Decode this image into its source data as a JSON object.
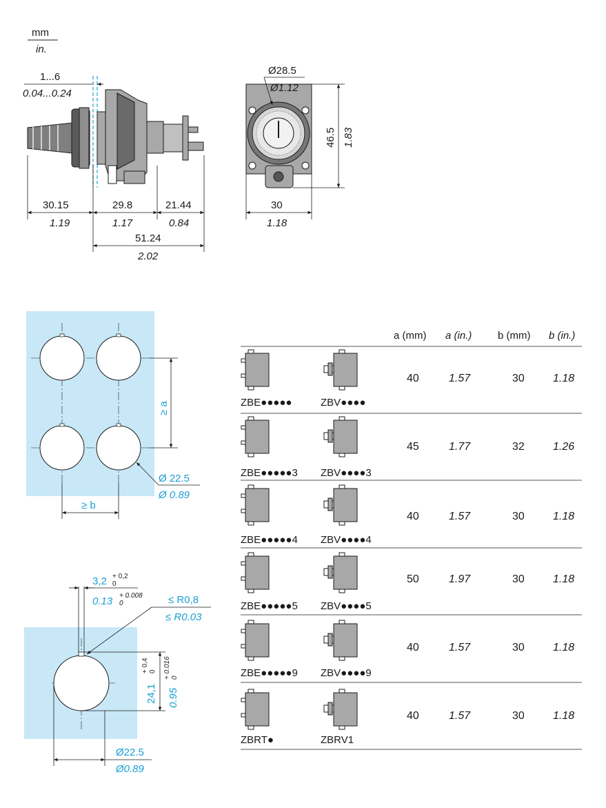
{
  "units": {
    "metric": "mm",
    "imperial": "in."
  },
  "side_view": {
    "panel_range_mm": "1...6",
    "panel_range_in": "0.04...0.24",
    "front_mm": "30.15",
    "front_in": "1.19",
    "body_mm": "29.8",
    "body_in": "1.17",
    "rear_mm": "21.44",
    "rear_in": "0.84",
    "total_mm": "51.24",
    "total_in": "2.02"
  },
  "front_view": {
    "diameter_mm": "Ø28.5",
    "diameter_in": "Ø1.12",
    "height_mm": "46.5",
    "height_in": "1.83",
    "width_mm": "30",
    "width_in": "1.18"
  },
  "cutout_grid": {
    "spacing_a": "≥ a",
    "spacing_b": "≥ b",
    "hole_mm": "Ø 22.5",
    "hole_in": "Ø 0.89"
  },
  "cutout_detail": {
    "notch_mm": "3,2",
    "notch_mm_tol_upper": "+ 0,2",
    "notch_mm_tol_lower": "0",
    "notch_in": "0.13",
    "notch_in_tol_upper": "+ 0.008",
    "notch_in_tol_lower": "0",
    "radius_mm": "≤ R0,8",
    "radius_in": "≤ R0.03",
    "height_mm": "24,1",
    "height_mm_tol_upper": "+ 0,4",
    "height_mm_tol_lower": "0",
    "height_in": "0.95",
    "height_in_tol_upper": "+ 0.016",
    "height_in_tol_lower": "0",
    "hole_mm": "Ø22.5",
    "hole_in": "Ø0.89"
  },
  "table": {
    "headers": [
      "a (mm)",
      "a (in.)",
      "b (mm)",
      "b (in.)"
    ],
    "rows": [
      {
        "ref1": "ZBE●●●●●",
        "ref2": "ZBV●●●●",
        "a_mm": "40",
        "a_in": "1.57",
        "b_mm": "30",
        "b_in": "1.18"
      },
      {
        "ref1": "ZBE●●●●●3",
        "ref2": "ZBV●●●●3",
        "a_mm": "45",
        "a_in": "1.77",
        "b_mm": "32",
        "b_in": "1.26"
      },
      {
        "ref1": "ZBE●●●●●4",
        "ref2": "ZBV●●●●4",
        "a_mm": "40",
        "a_in": "1.57",
        "b_mm": "30",
        "b_in": "1.18"
      },
      {
        "ref1": "ZBE●●●●●5",
        "ref2": "ZBV●●●●5",
        "a_mm": "50",
        "a_in": "1.97",
        "b_mm": "30",
        "b_in": "1.18"
      },
      {
        "ref1": "ZBE●●●●●9",
        "ref2": "ZBV●●●●9",
        "a_mm": "40",
        "a_in": "1.57",
        "b_mm": "30",
        "b_in": "1.18"
      },
      {
        "ref1": "ZBRT●",
        "ref2": "ZBRV1",
        "a_mm": "40",
        "a_in": "1.57",
        "b_mm": "30",
        "b_in": "1.18"
      }
    ]
  },
  "colors": {
    "accent": "#1a9fd4",
    "panel_fill": "#c8e8f7",
    "line": "#1a1a1a",
    "part_gray": "#a8a8a8"
  }
}
